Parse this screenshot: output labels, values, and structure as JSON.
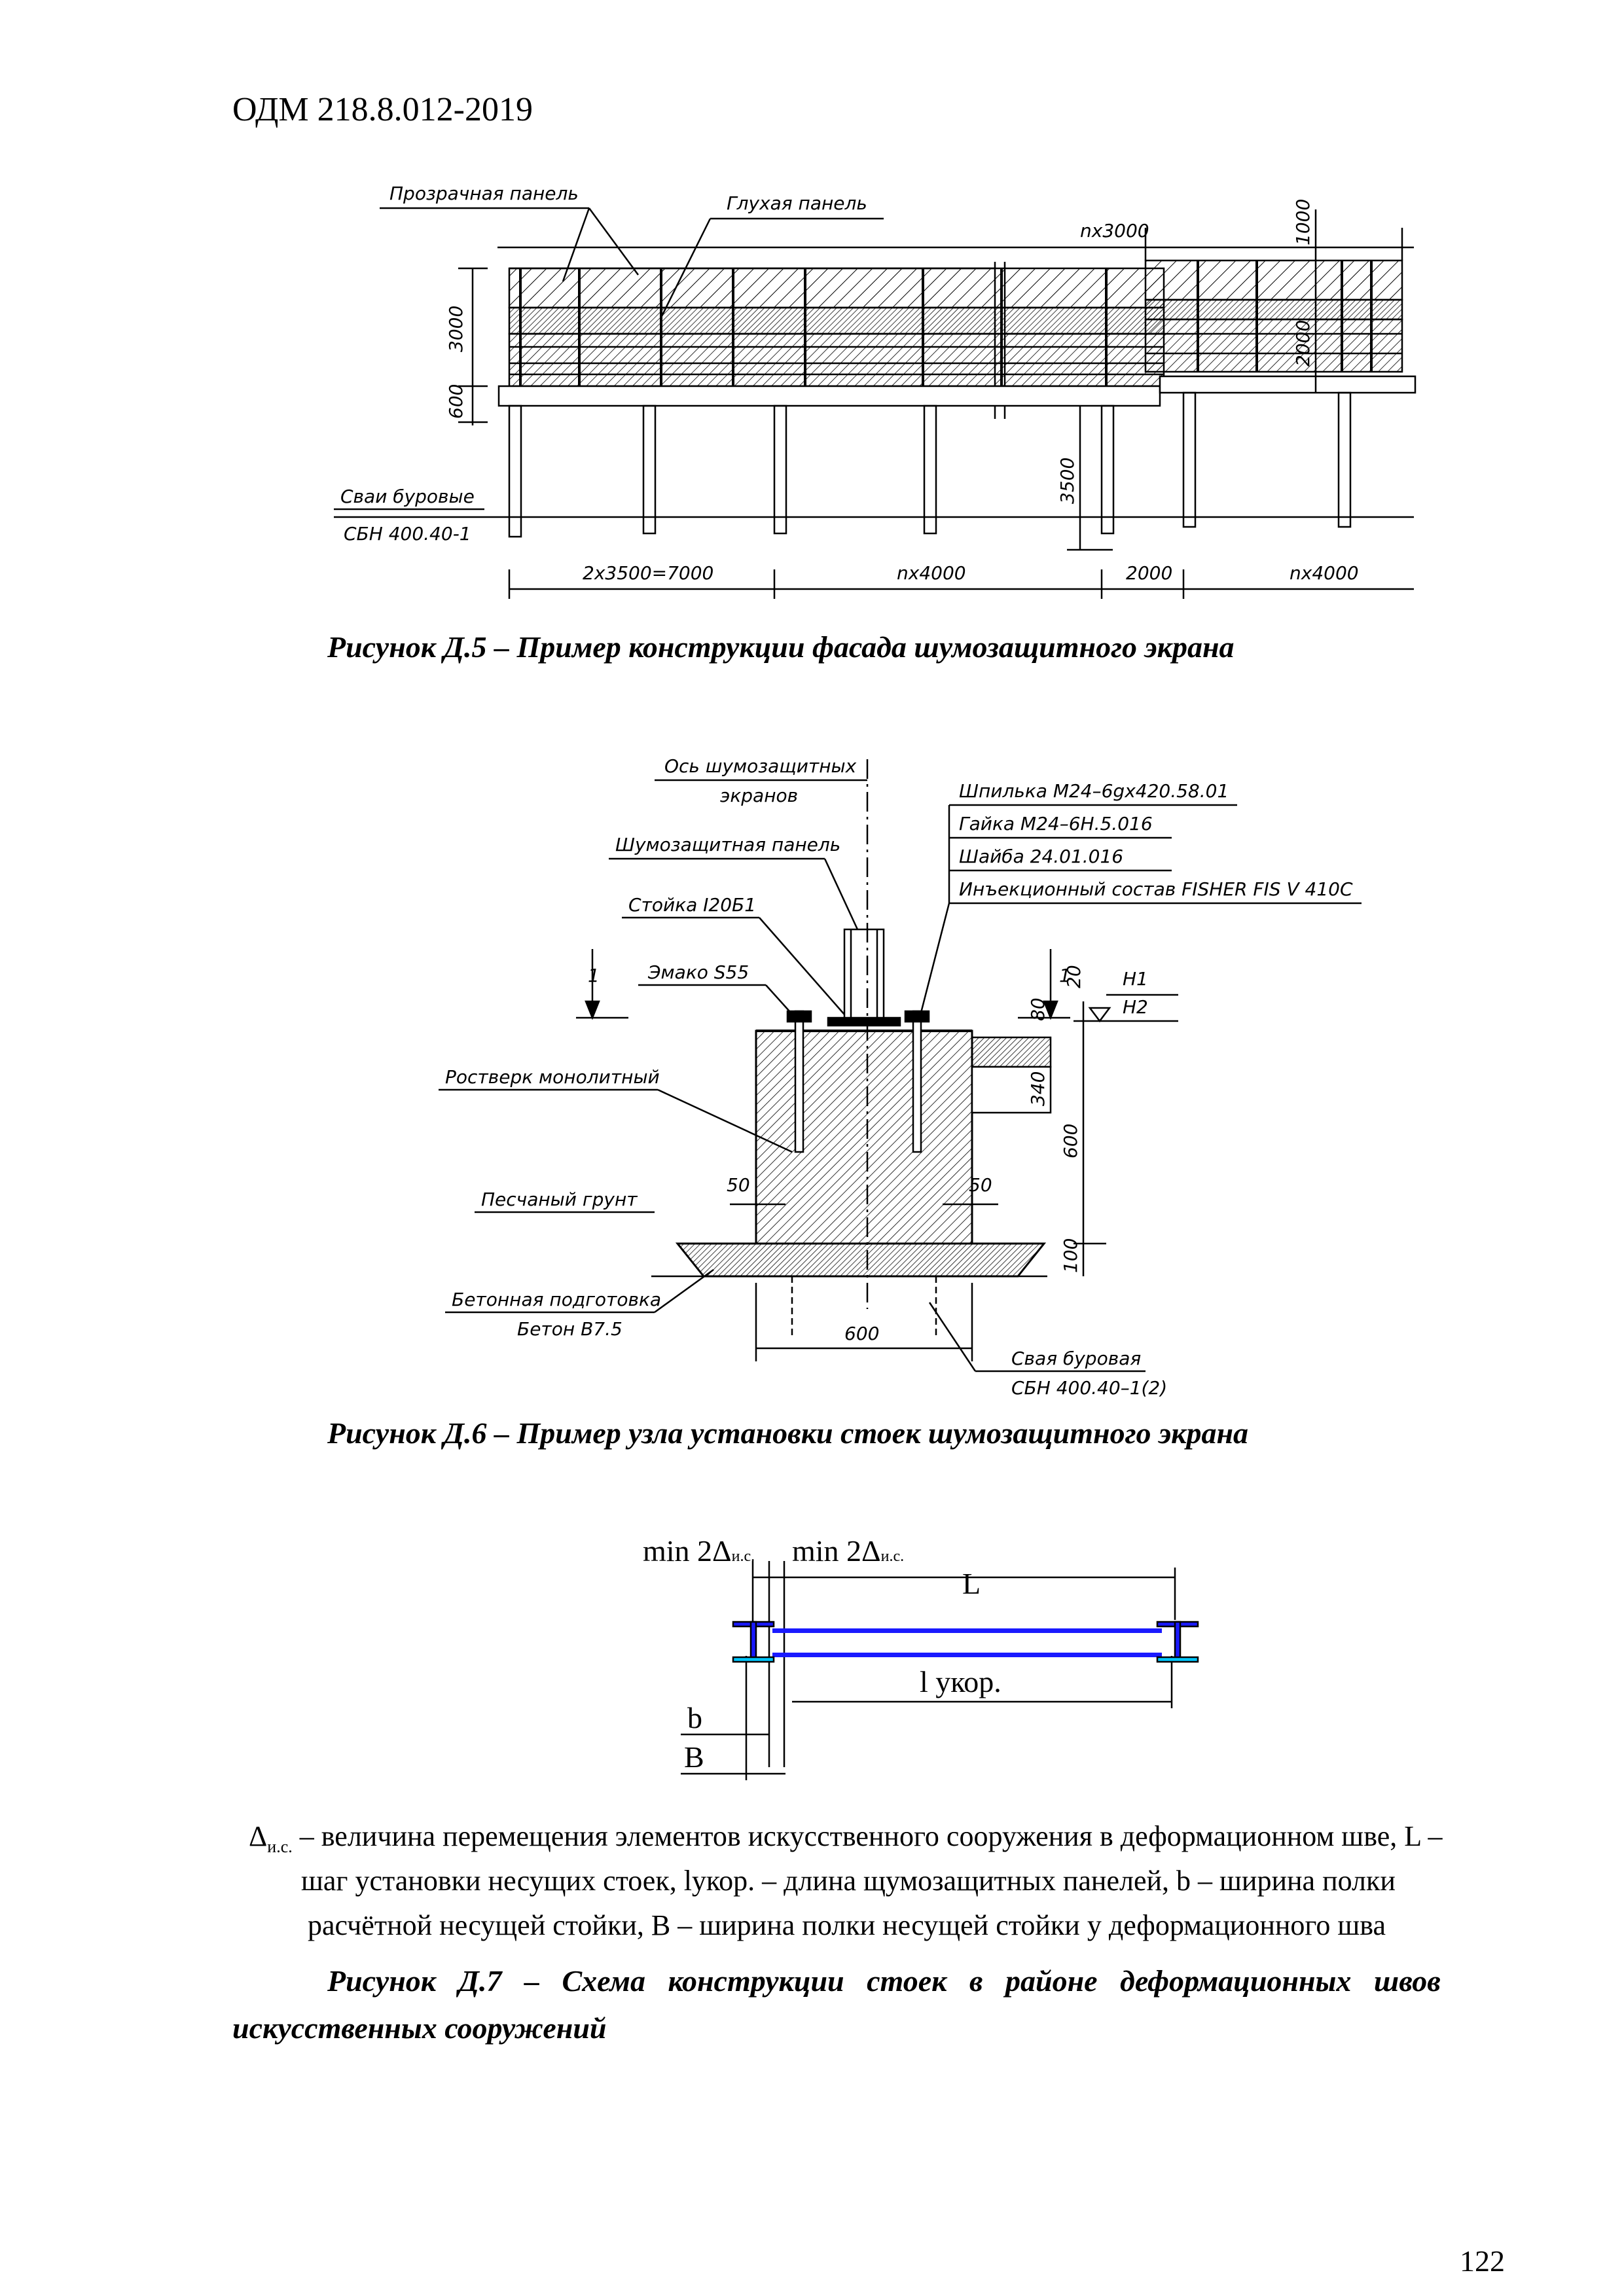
{
  "header": {
    "doc_code": "ОДМ 218.8.012-2019"
  },
  "fig5": {
    "labels": {
      "transparent_panel": "Прозрачная панель",
      "solid_panel": "Глухая панель",
      "piles": "Сваи буровые",
      "piles_code": "СБН 400.40-1"
    },
    "dims": {
      "n3000": "nx3000",
      "d1000": "1000",
      "d3000": "3000",
      "d2000v": "2000",
      "d600": "600",
      "d3500": "3500",
      "span7000": "2x3500=7000",
      "n4000a": "nx4000",
      "d2000": "2000",
      "n4000b": "nx4000"
    },
    "caption": "Рисунок Д.5 – Пример конструкции фасада шумозащитного экрана"
  },
  "fig6": {
    "labels": {
      "axis_line1": "Ось шумозащитных",
      "axis_line2": "экранов",
      "noise_panel": "Шумозащитная панель",
      "post": "Стойка I20Б1",
      "emako": "Эмако S55",
      "grillage": "Ростверк монолитный",
      "sand": "Песчаный грунт",
      "concrete_prep": "Бетонная подготовка",
      "concrete_grade": "Бетон В7.5",
      "pile": "Свая буровая",
      "pile_code": "СБН 400.40–1(2)",
      "stud": "Шпилька М24–6gх420.58.01",
      "nut": "Гайка М24–6Н.5.016",
      "washer": "Шайба 24.01.016",
      "injection": "Инъекционный состав FISHER FIS V 410C",
      "section_mark": "1",
      "h1": "Н1",
      "h2": "Н2"
    },
    "dims": {
      "d20": "20",
      "d80": "80",
      "d340": "340",
      "d600v": "600",
      "d50a": "50",
      "d50b": "50",
      "d100": "100",
      "d600h": "600"
    },
    "caption": "Рисунок Д.6 – Пример узла установки стоек шумозащитного экрана"
  },
  "fig7": {
    "labels": {
      "min_left_main": "min 2Δ",
      "min_left_sub": "и.с.",
      "min_right_main": "min 2Δ",
      "min_right_sub": "и.с.",
      "L": "L",
      "l_short": "l укор.",
      "b": "b",
      "B": "B"
    },
    "legend_lines": [
      {
        "pre": "Δ",
        "sub": "и.с.",
        "text": " – величина перемещения элементов искусственного сооружения в деформационном шве, L –"
      },
      {
        "text": "шаг установки несущих стоек, lукор. – длина щумозащитных панелей, b – ширина полки"
      },
      {
        "text": "расчётной несущей стойки, В – ширина полки несущей стойки у деформационного шва"
      }
    ],
    "caption_line1": "Рисунок   Д.7   –   Схема   конструкции   стоек   в   районе   деформационных   швов",
    "caption_line2": "искусственных сооружений",
    "colors": {
      "beam": "#1a1aff",
      "flange": "#00c8ff"
    }
  },
  "page_number": "122"
}
